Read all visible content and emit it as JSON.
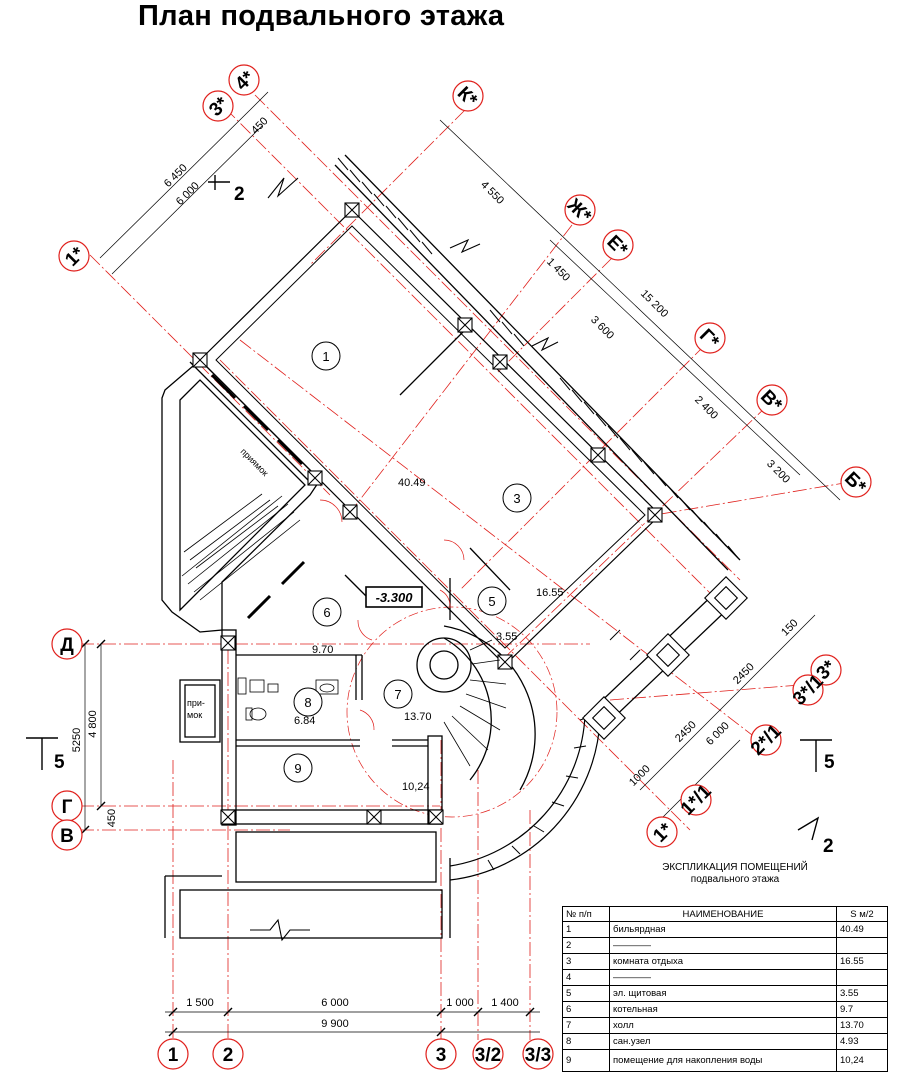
{
  "title": "План подвального этажа",
  "axes": {
    "a1s": "1*",
    "a3s": "3*",
    "a4s": "4*",
    "aK": "К*",
    "aZh": "Ж*",
    "aE": "Е*",
    "aG": "Г*",
    "aV": "В*",
    "aB": "Б*",
    "a3s_r": "3*",
    "a3s1": "3*/1",
    "a2s1": "2*/1",
    "a1s1": "1*/1",
    "a1s_b": "1*",
    "aD": "Д",
    "aGl": "Г",
    "aVl": "В",
    "b1": "1",
    "b2": "2",
    "b3": "3",
    "b32": "3/2",
    "b33": "3/3"
  },
  "section_marks": {
    "s2_top": "2",
    "s2_right": "2",
    "s5_left": "5",
    "s5_right": "5"
  },
  "dimensions": {
    "d6450": "6 450",
    "d6000a": "6 000",
    "d450a": "450",
    "d4550": "4 550",
    "d1450": "1 450",
    "d15200": "15 200",
    "d3600": "3 600",
    "d2400": "2 400",
    "d3200": "3 200",
    "d150": "150",
    "d2450a": "2450",
    "d2450b": "2450",
    "d6000b": "6 000",
    "d1000a": "1000",
    "d5250": "5250",
    "d4800": "4 800",
    "d450b": "450",
    "d1500": "1 500",
    "d6000c": "6 000",
    "d1000b": "1 000",
    "d1400": "1 400",
    "d9900": "9 900"
  },
  "rooms": {
    "r1": "1",
    "r3": "3",
    "r5": "5",
    "r6": "6",
    "r7": "7",
    "r8": "8",
    "r9": "9",
    "area1": "40.49",
    "area3": "16.55",
    "area5": "3.55",
    "area6": "9.70",
    "area7": "13.70",
    "area8": "6.84",
    "area9": "10,24",
    "level": "-3.300",
    "pit1": "приямок",
    "pit2a": "при-",
    "pit2b": "мок"
  },
  "explication": {
    "title_line1": "ЭКСПЛИКАЦИЯ  ПОМЕЩЕНИЙ",
    "title_line2": "подвального этажа",
    "headers": [
      "№ п/п",
      "НАИМЕНОВАНИЕ",
      "S м/2"
    ],
    "rows": [
      [
        "1",
        "бильярдная",
        "40.49"
      ],
      [
        "2",
        "————",
        ""
      ],
      [
        "3",
        "комната отдыха",
        "16.55"
      ],
      [
        "4",
        "————",
        ""
      ],
      [
        "5",
        "эл. щитовая",
        "3.55"
      ],
      [
        "6",
        "котельная",
        "9.7"
      ],
      [
        "7",
        "холл",
        "13.70"
      ],
      [
        "8",
        "сан.узел",
        "4.93"
      ],
      [
        "9",
        "помещение для накопления воды",
        "10,24"
      ]
    ]
  },
  "colors": {
    "axis_red": "#e0201c",
    "line_black": "#000000"
  }
}
